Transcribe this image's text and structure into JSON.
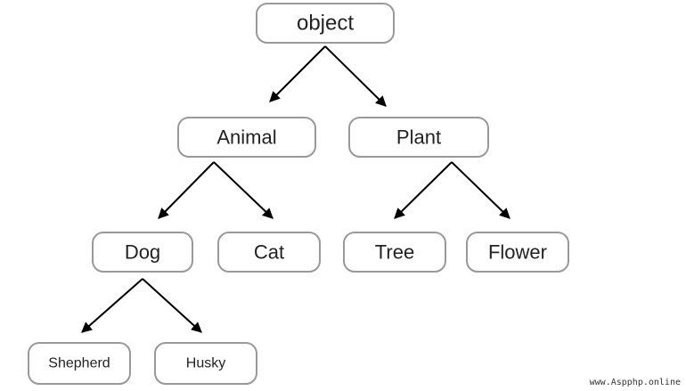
{
  "diagram": {
    "nodes": [
      {
        "id": "object",
        "label": "object"
      },
      {
        "id": "animal",
        "label": "Animal"
      },
      {
        "id": "plant",
        "label": "Plant"
      },
      {
        "id": "dog",
        "label": "Dog"
      },
      {
        "id": "cat",
        "label": "Cat"
      },
      {
        "id": "tree",
        "label": "Tree"
      },
      {
        "id": "flower",
        "label": "Flower"
      },
      {
        "id": "shepherd",
        "label": "Shepherd"
      },
      {
        "id": "husky",
        "label": "Husky"
      }
    ],
    "edges": [
      {
        "from": "object",
        "to": "animal"
      },
      {
        "from": "object",
        "to": "plant"
      },
      {
        "from": "animal",
        "to": "dog"
      },
      {
        "from": "animal",
        "to": "cat"
      },
      {
        "from": "plant",
        "to": "tree"
      },
      {
        "from": "plant",
        "to": "flower"
      },
      {
        "from": "dog",
        "to": "shepherd"
      },
      {
        "from": "dog",
        "to": "husky"
      }
    ]
  },
  "watermark": "www.Aspphp.online"
}
